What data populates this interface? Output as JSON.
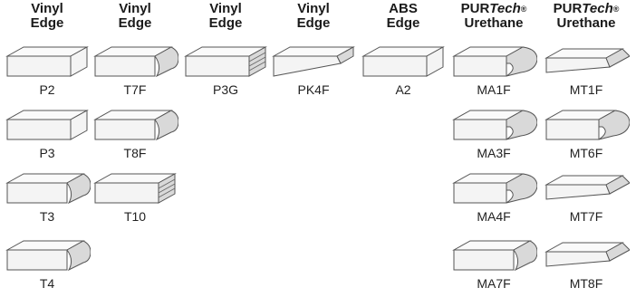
{
  "headers": [
    {
      "line1": "Vinyl",
      "line2": "Edge"
    },
    {
      "line1": "Vinyl",
      "line2": "Edge"
    },
    {
      "line1": "Vinyl",
      "line2": "Edge"
    },
    {
      "line1": "Vinyl",
      "line2": "Edge"
    },
    {
      "line1": "ABS",
      "line2": "Edge"
    },
    {
      "pur": "PUR",
      "tech": "Tech",
      "reg": "®",
      "line2": "Urethane"
    },
    {
      "pur": "PUR",
      "tech": "Tech",
      "reg": "®",
      "line2": "Urethane"
    }
  ],
  "codes": {
    "P2": "P2",
    "T7F": "T7F",
    "P3G": "P3G",
    "PK4F": "PK4F",
    "A2": "A2",
    "MA1F": "MA1F",
    "MT1F": "MT1F",
    "P3": "P3",
    "T8F": "T8F",
    "MA3F": "MA3F",
    "MT6F": "MT6F",
    "T3": "T3",
    "T10": "T10",
    "MA4F": "MA4F",
    "MT7F": "MT7F",
    "T4": "T4",
    "MA7F": "MA7F",
    "MT8F": "MT8F"
  }
}
